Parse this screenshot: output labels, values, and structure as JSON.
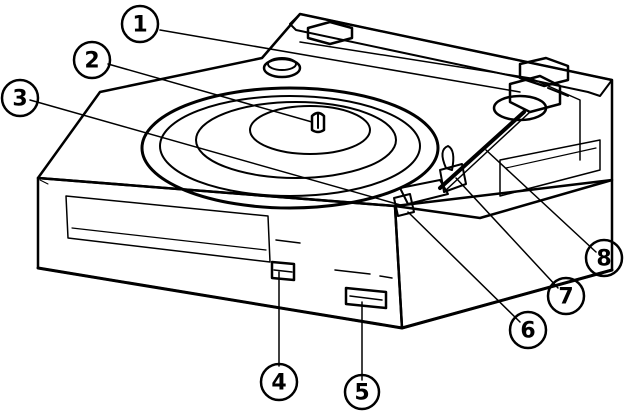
{
  "diagram": {
    "subject": "turntable",
    "callouts": [
      {
        "id": "c1",
        "label": "1"
      },
      {
        "id": "c2",
        "label": "2"
      },
      {
        "id": "c3",
        "label": "3"
      },
      {
        "id": "c4",
        "label": "4"
      },
      {
        "id": "c5",
        "label": "5"
      },
      {
        "id": "c6",
        "label": "6"
      },
      {
        "id": "c7",
        "label": "7"
      },
      {
        "id": "c8",
        "label": "8"
      }
    ],
    "colors": {
      "ink": "#000000",
      "paper": "#ffffff",
      "shade": "#000000"
    }
  }
}
